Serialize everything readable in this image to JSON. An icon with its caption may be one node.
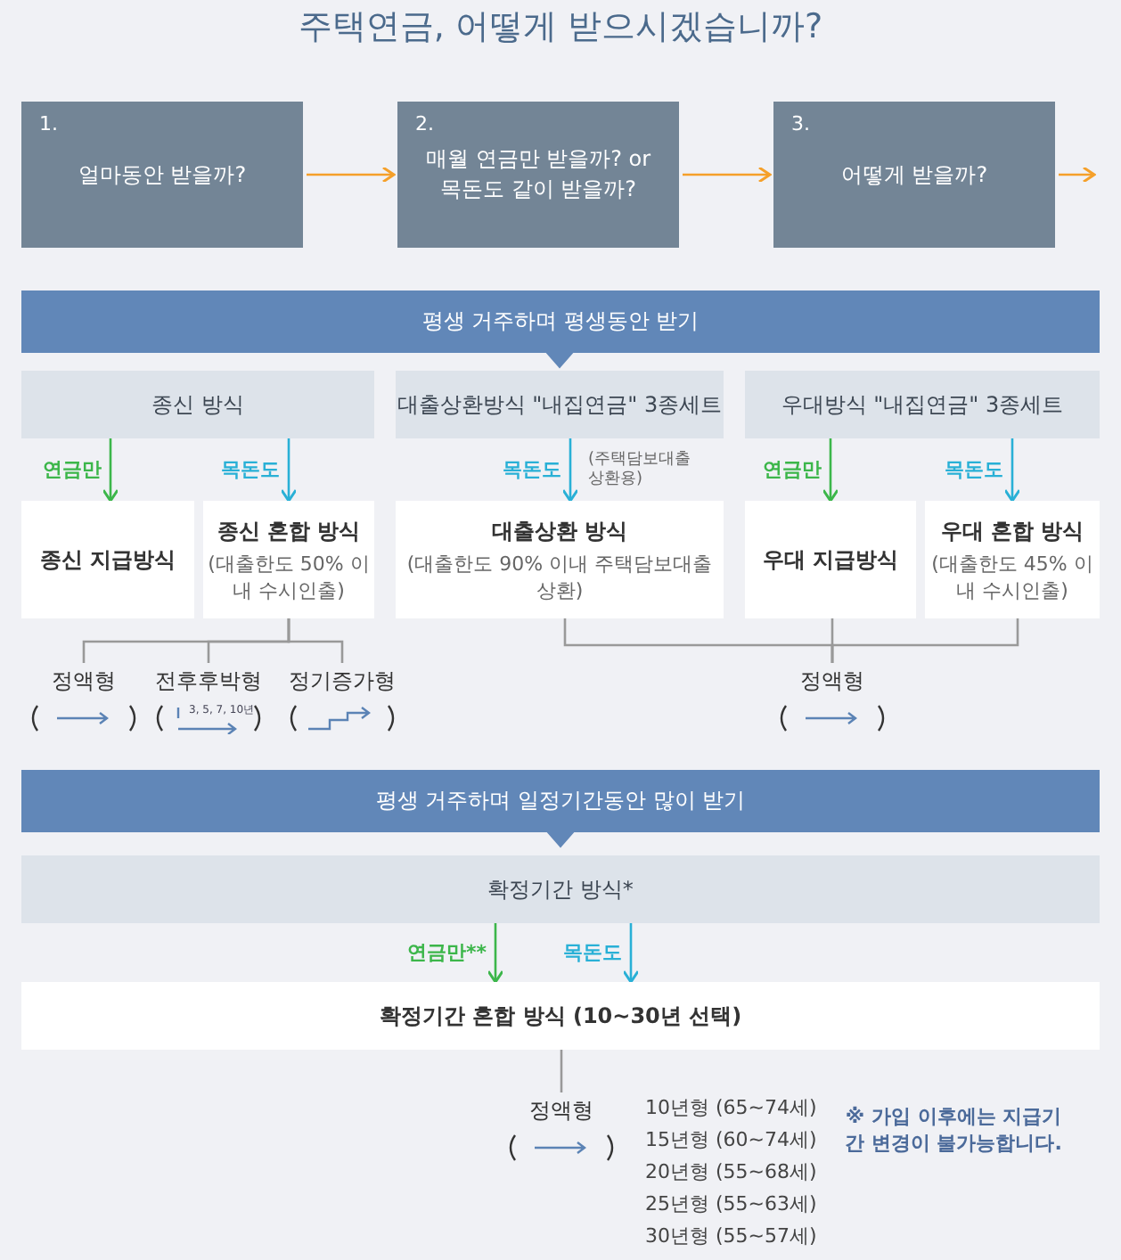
{
  "diagram": {
    "title": "주택연금, 어떻게 받으시겠습니까?",
    "nodes": [
      {
        "text": [
          "1.",
          "얼마동안 받을까?"
        ]
      },
      {
        "text": [
          "2.",
          "매월 연금만 받을까? or 목돈도 같이 받을까?"
        ]
      },
      {
        "text": [
          "3.",
          "어떻게 받을까?"
        ]
      },
      {
        "text": [
          "평생 거주하며 평생동안 받기"
        ]
      },
      {
        "text": [
          "종신 방식"
        ]
      },
      {
        "text": [
          "대출상환방식 \"내집연금\" 3종세트"
        ]
      },
      {
        "text": [
          "우대방식 \"내집연금\" 3종세트"
        ]
      },
      {
        "text": [
          "종신 지급방식"
        ]
      },
      {
        "text": [
          "종신 혼합 방식",
          "(대출한도 50% 이내 수시인출)"
        ]
      },
      {
        "text": [
          "대출상환 방식",
          "(대출한도 90% 이내 주택담보대출 상환)"
        ]
      },
      {
        "text": [
          "우대 지급방식"
        ]
      },
      {
        "text": [
          "우대 혼합 방식",
          "(대출한도 45% 이내 수시인출)"
        ]
      },
      {
        "text": [
          "정액형"
        ]
      },
      {
        "text": [
          "전후후박형",
          "3, 5, 7, 10년"
        ]
      },
      {
        "text": [
          "정기증가형"
        ]
      },
      {
        "text": [
          "정액형"
        ]
      },
      {
        "text": [
          "평생 거주하며 일정기간동안 많이 받기"
        ]
      },
      {
        "text": [
          "확정기간 방식*"
        ]
      },
      {
        "text": [
          "확정기간 혼합 방식 (10~30년 선택)"
        ]
      },
      {
        "text": [
          "정액형"
        ]
      }
    ],
    "edges": [
      {
        "from": 0,
        "to": 1,
        "arrow": "to",
        "color": "#f5a02a"
      },
      {
        "from": 1,
        "to": 2,
        "arrow": "to",
        "color": "#f5a02a"
      },
      {
        "from": 2,
        "to": null,
        "arrow": "to",
        "color": "#f5a02a"
      },
      {
        "from": 4,
        "to": 7,
        "arrow": "to",
        "label": "연금만",
        "color": "#3cb64a"
      },
      {
        "from": 4,
        "to": 8,
        "arrow": "to",
        "label": "목돈도",
        "color": "#29b0d6"
      },
      {
        "from": 5,
        "to": 9,
        "arrow": "to",
        "label": "목돈도",
        "color": "#29b0d6"
      },
      {
        "from": 6,
        "to": 10,
        "arrow": "to",
        "label": "연금만",
        "color": "#3cb64a"
      },
      {
        "from": 6,
        "to": 11,
        "arrow": "to",
        "label": "목돈도",
        "color": "#29b0d6"
      },
      {
        "from": 8,
        "to": 12,
        "arrow": "none"
      },
      {
        "from": 8,
        "to": 13,
        "arrow": "none"
      },
      {
        "from": 8,
        "to": 14,
        "arrow": "none"
      },
      {
        "from": 9,
        "to": 15,
        "arrow": "none"
      },
      {
        "from": 10,
        "to": 15,
        "arrow": "none"
      },
      {
        "from": 11,
        "to": 15,
        "arrow": "none"
      },
      {
        "from": 17,
        "to": 18,
        "arrow": "to",
        "label": "연금만**",
        "color": "#3cb64a"
      },
      {
        "from": 17,
        "to": 18,
        "arrow": "to",
        "label": "목돈도",
        "color": "#29b0d6"
      },
      {
        "from": 18,
        "to": 19,
        "arrow": "none"
      },
      {
        "from": 3,
        "to": 5,
        "arrow": "to",
        "style": "thick",
        "color": "#6187b8"
      },
      {
        "from": 16,
        "to": 17,
        "arrow": "to",
        "style": "thick",
        "color": "#6187b8"
      }
    ],
    "labels": [
      "(주택담보대출 상환용)",
      "10년형 (65~74세)",
      "15년형 (60~74세)",
      "20년형 (55~68세)",
      "25년형 (55~63세)",
      "30년형 (55~57세)",
      "※ 가입 이후에는 지급기간 변경이 불가능합니다."
    ]
  }
}
